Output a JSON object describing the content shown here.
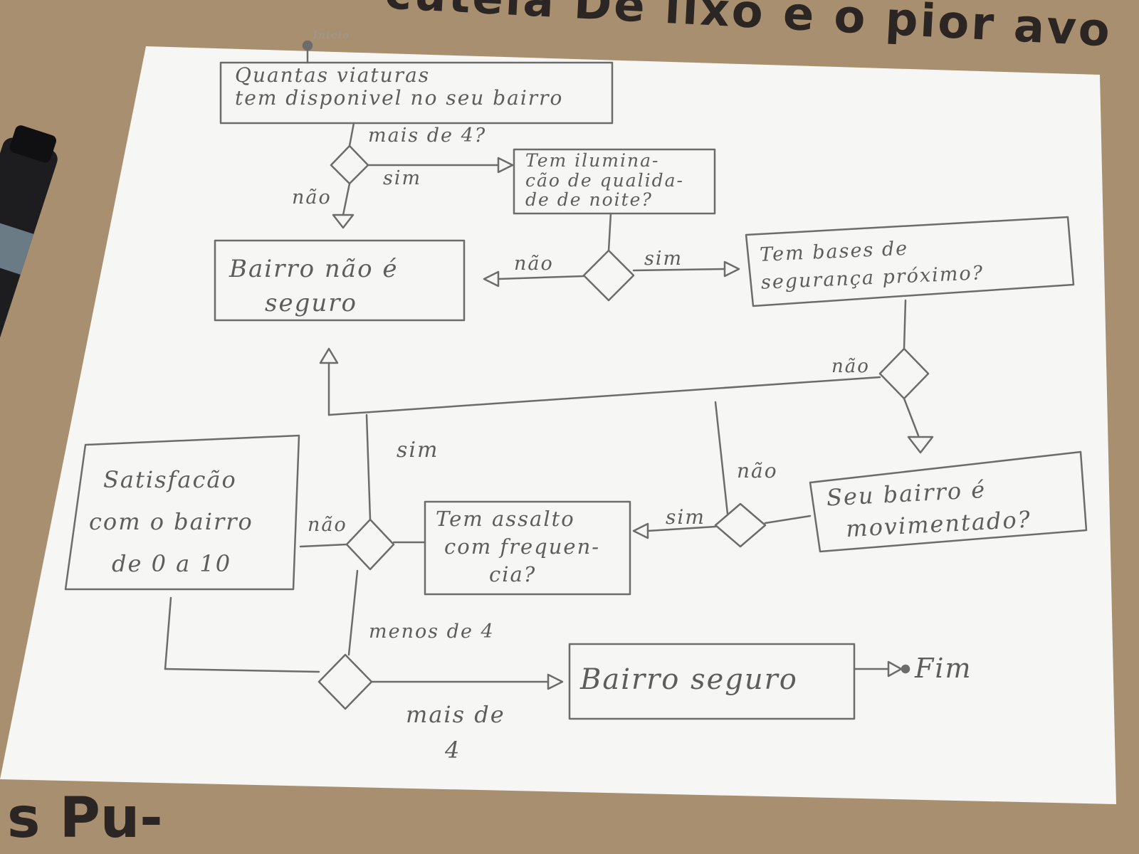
{
  "background": {
    "top_text": "cutela De lixo e o pior avo",
    "bottom_text": "s Pu-",
    "paper_color": "#f6f6f4",
    "cardboard_color": "#a88f6f"
  },
  "nodes": {
    "start_marker": "Inicio",
    "viaturas": [
      "Quantas viaturas",
      "tem disponivel no seu bairro"
    ],
    "iluminacao": [
      "Tem ilumina-",
      "cão de qualida-",
      "de de noite?"
    ],
    "nao_seguro": [
      "Bairro não é",
      "seguro"
    ],
    "bases": [
      "Tem bases de",
      "segurança próximo?"
    ],
    "movimentado": [
      "Seu bairro é",
      "movimentado?"
    ],
    "assalto": [
      "Tem assalto",
      "com frequen-",
      "cia?"
    ],
    "satisfacao": [
      "Satisfacão",
      "com o bairro",
      "de 0 a 10"
    ],
    "seguro": "Bairro seguro",
    "fim": "Fim"
  },
  "edges": {
    "mais_de_4_q": "mais de 4?",
    "sim_1": "sim",
    "nao_1": "não",
    "nao_2": "não",
    "sim_2": "sim",
    "nao_3": "não",
    "sim_3": "sim",
    "nao_4": "não",
    "sim_4": "sim",
    "nao_5": "não",
    "menos_de_4": "menos de 4",
    "mais_de_4": [
      "mais de",
      "4"
    ]
  }
}
